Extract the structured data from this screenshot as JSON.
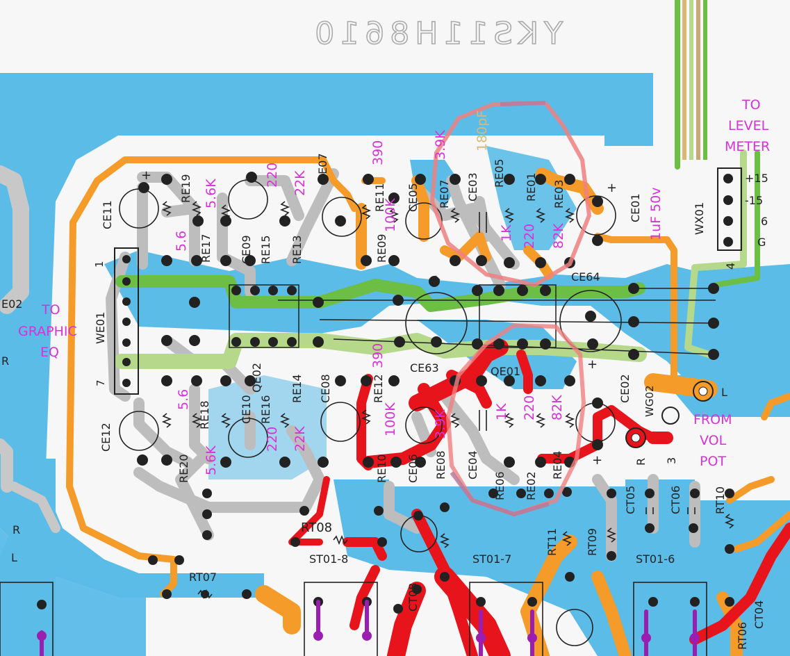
{
  "board_code": "YKS11H8610",
  "colors": {
    "copper_fill": "#5bbce8",
    "trace_gray": "#bdbdbd",
    "trace_orange": "#f49b2a",
    "trace_red": "#e8141c",
    "trace_green": "#6cbe45",
    "trace_light_green": "#b6d88a",
    "annotation_magenta": "#d633d6",
    "annotation_tan": "#d9b877",
    "circle_pink": "#f08080",
    "circle_mauve": "#b77a9a"
  },
  "annotations": {
    "to_level_meter": [
      "TO",
      "LEVEL",
      "METER"
    ],
    "to_graphic_eq": [
      "TO",
      "GRAPHIC",
      "EQ"
    ],
    "from_vol_pot": [
      "FROM",
      "VOL",
      "POT"
    ],
    "upper_values": {
      "r_5_6": "5.6",
      "r_5_6k": "5.6K",
      "c_220": "220",
      "r_22k": "22K",
      "r_390": "390",
      "r_100k": "100K",
      "r_3_9k": "3.9K",
      "c_180p": "180pF",
      "r_1k": "1K",
      "c_220b": "220",
      "r_82k": "82K",
      "ce01": "1uF 50v"
    },
    "lower_values": {
      "r_5_6": "5.6",
      "r_5_6k": "5.6K",
      "c_220": "220",
      "r_22k": "22K",
      "r_390": "390",
      "r_100k": "100K",
      "r_3_9k": "3.9K",
      "r_1k": "1K",
      "c_220b": "220",
      "r_82k": "82K"
    },
    "rt08": "RT08"
  },
  "connector_wx01": {
    "name": "WX01",
    "pins": [
      "+15",
      "-15",
      "6",
      "G"
    ],
    "pin_count_label": "4"
  },
  "connector_we01": {
    "name": "WE01",
    "pin_first": "1",
    "pin_last": "7"
  },
  "connector_wg02": {
    "name": "WG02",
    "l": "L",
    "r": "R",
    "pin3": "3"
  },
  "silk": {
    "re19": "RE19",
    "re17": "RE17",
    "ce09": "CE09",
    "re15": "RE15",
    "re13": "RE13",
    "ce07": "CE07",
    "re11": "RE11",
    "re09": "RE09",
    "ce05": "CE05",
    "re07": "RE07",
    "ce03": "CE03",
    "re05": "RE05",
    "re01": "RE01",
    "re03": "RE03",
    "ce01": "CE01",
    "ce11": "CE11",
    "ce64": "CE64",
    "ce63": "CE63",
    "qe01": "QE01",
    "qe02": "QE02",
    "ce12": "CE12",
    "re20": "RE20",
    "re18": "RE18",
    "ce10": "CE10",
    "re16": "RE16",
    "re14": "RE14",
    "ce08": "CE08",
    "re12": "RE12",
    "re10": "RE10",
    "ce06": "CE06",
    "re08": "RE08",
    "ce04": "CE04",
    "re06": "RE06",
    "re02": "RE02",
    "re04": "RE04",
    "ce02": "CE02",
    "rt07": "RT07",
    "st01_8": "ST01-8",
    "st01_7": "ST01-7",
    "st01_6": "ST01-6",
    "ct08": "CT08",
    "rt11": "RT11",
    "rt09": "RT09",
    "ct05": "CT05",
    "ct06": "CT06",
    "rt10": "RT10",
    "rt06": "RT06",
    "ct04": "CT04",
    "e02": "E02",
    "left_r": "R",
    "left_l": "L",
    "left_r2": "R",
    "plus": "+"
  }
}
